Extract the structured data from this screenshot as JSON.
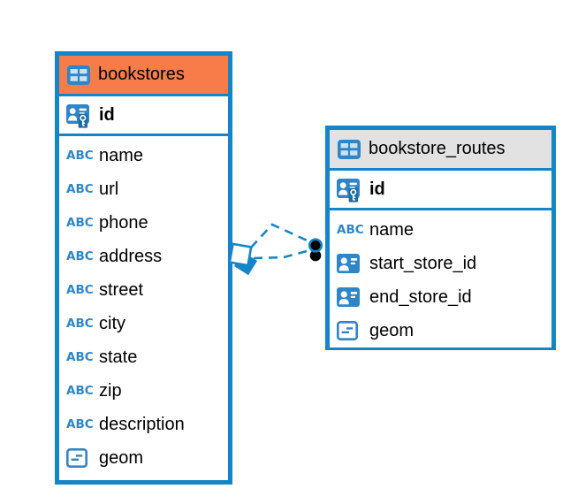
{
  "colors": {
    "accent_blue": "#1486C8",
    "icon_blue": "#2E86C8",
    "key_badge_blue": "#1A6CA8",
    "header_orange": "#F87C4A",
    "header_gray": "#E2E2E2",
    "text": "#000000",
    "background": "#FFFFFF"
  },
  "icons": {
    "abc_label": "ABC"
  },
  "tables": [
    {
      "name": "bookstores",
      "header_style": "orange",
      "header_icon": "table-icon",
      "primary_key": {
        "name": "id",
        "icon": "primary-key-icon"
      },
      "columns": [
        {
          "name": "name",
          "type": "text",
          "icon": "text-type-icon"
        },
        {
          "name": "url",
          "type": "text",
          "icon": "text-type-icon"
        },
        {
          "name": "phone",
          "type": "text",
          "icon": "text-type-icon"
        },
        {
          "name": "address",
          "type": "text",
          "icon": "text-type-icon"
        },
        {
          "name": "street",
          "type": "text",
          "icon": "text-type-icon"
        },
        {
          "name": "city",
          "type": "text",
          "icon": "text-type-icon"
        },
        {
          "name": "state",
          "type": "text",
          "icon": "text-type-icon"
        },
        {
          "name": "zip",
          "type": "text",
          "icon": "text-type-icon"
        },
        {
          "name": "description",
          "type": "text",
          "icon": "text-type-icon"
        },
        {
          "name": "geom",
          "type": "geometry",
          "icon": "geometry-type-icon"
        }
      ]
    },
    {
      "name": "bookstore_routes",
      "header_style": "gray",
      "header_icon": "table-icon",
      "primary_key": {
        "name": "id",
        "icon": "primary-key-icon"
      },
      "columns": [
        {
          "name": "name",
          "type": "text",
          "icon": "text-type-icon"
        },
        {
          "name": "start_store_id",
          "type": "foreign-key",
          "icon": "foreign-key-icon"
        },
        {
          "name": "end_store_id",
          "type": "foreign-key",
          "icon": "foreign-key-icon"
        },
        {
          "name": "geom",
          "type": "geometry",
          "icon": "geometry-type-icon"
        }
      ]
    }
  ],
  "relationships": [
    {
      "style": "dashed",
      "path": "upper-arc",
      "bookstores_end_marker": "tilted-square",
      "routes_end_marker": "filled-circle"
    },
    {
      "style": "dashed",
      "path": "lower-straight",
      "bookstores_end_marker": "tilted-square",
      "routes_end_marker": "filled-circle"
    }
  ]
}
